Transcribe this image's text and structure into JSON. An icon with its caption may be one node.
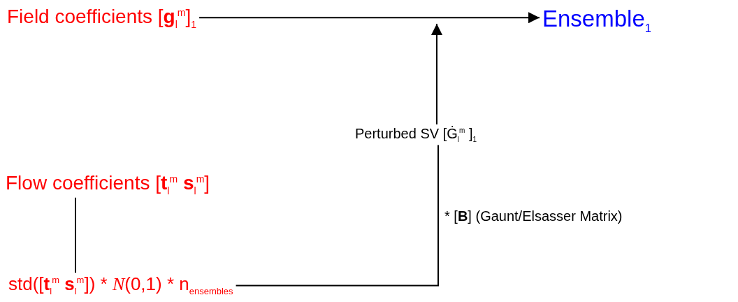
{
  "diagram": {
    "nodes": [
      {
        "text": [
          "Field coefficients [**g**$_{l}$$^{m}$]$_{1}$"
        ]
      },
      {
        "text": [
          "Ensemble$_{1}$"
        ]
      },
      {
        "text": [
          "Perturbed SV [Ġ$_{l}$$^{m}$ ]$_{1}$"
        ]
      },
      {
        "text": [
          "Flow coefficients [**t**$_{l}$$^{m}$ **s**$_{l}$$^{m}$]"
        ]
      },
      {
        "text": [
          "std([**t**$_{l}$$^{m}$ **s**$_{l}$$^{m}$]) * *N*(0,1) * n$_{ensembles}$"
        ]
      }
    ],
    "edges": [
      {
        "from": 0,
        "to": 1,
        "arrow": "to"
      },
      {
        "from": 2,
        "to": null,
        "arrow": "to"
      },
      {
        "from": 3,
        "to": 4,
        "arrow": "none"
      },
      {
        "from": 4,
        "to": 2,
        "arrow": "none",
        "label": "* [**B**] (Gaunt/Elsasser Matrix)"
      }
    ]
  }
}
